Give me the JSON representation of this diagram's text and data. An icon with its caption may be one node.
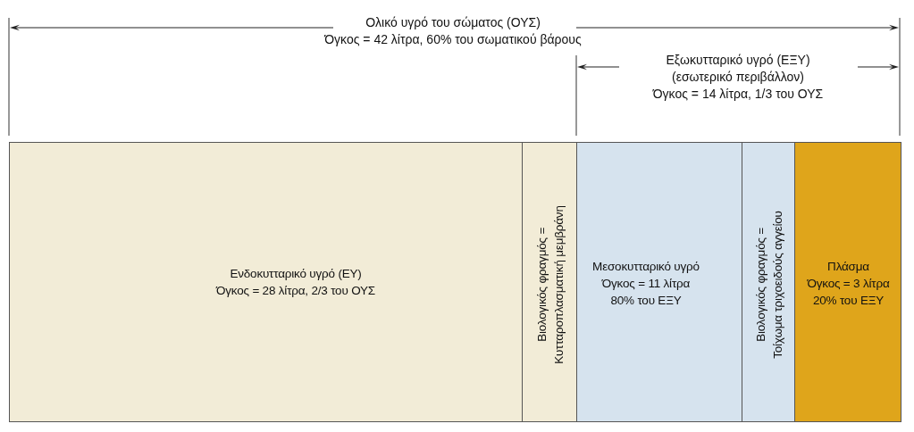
{
  "diagram": {
    "nodes": [
      {
        "text": [
          "Ενδοκυτταρικό υγρό (ΕΥ)",
          "Όγκος = 28 λίτρα, 2/3 του ΟΥΣ"
        ]
      },
      {
        "text": [
          "Βιολογικός φραγμός =",
          "Κυτταροπλασματική μεμβράνη"
        ]
      },
      {
        "text": [
          "Μεσοκυτταρικό υγρό",
          "Όγκος = 11 λίτρα 80% του ΕΞΥ"
        ]
      },
      {
        "text": [
          "Βιολογικός φραγμός =",
          "Τοίχωμα τριχοειδούς αγγείου"
        ]
      },
      {
        "text": [
          "Πλάσμα",
          "Όγκος = 3 λίτρα 20% του ΕΞΥ"
        ]
      }
    ],
    "labels": [
      "Ολικό υγρό του σώματος (ΟΥΣ)",
      "Όγκος = 42 λίτρα, 60% του σωματικού βάρους",
      "Εξωκυτταρικό υγρό (ΕΞΥ)",
      "(εσωτερικό περιβάλλον)",
      "Όγκος = 14 λίτρα, 1/3 του ΟΥΣ"
    ]
  }
}
